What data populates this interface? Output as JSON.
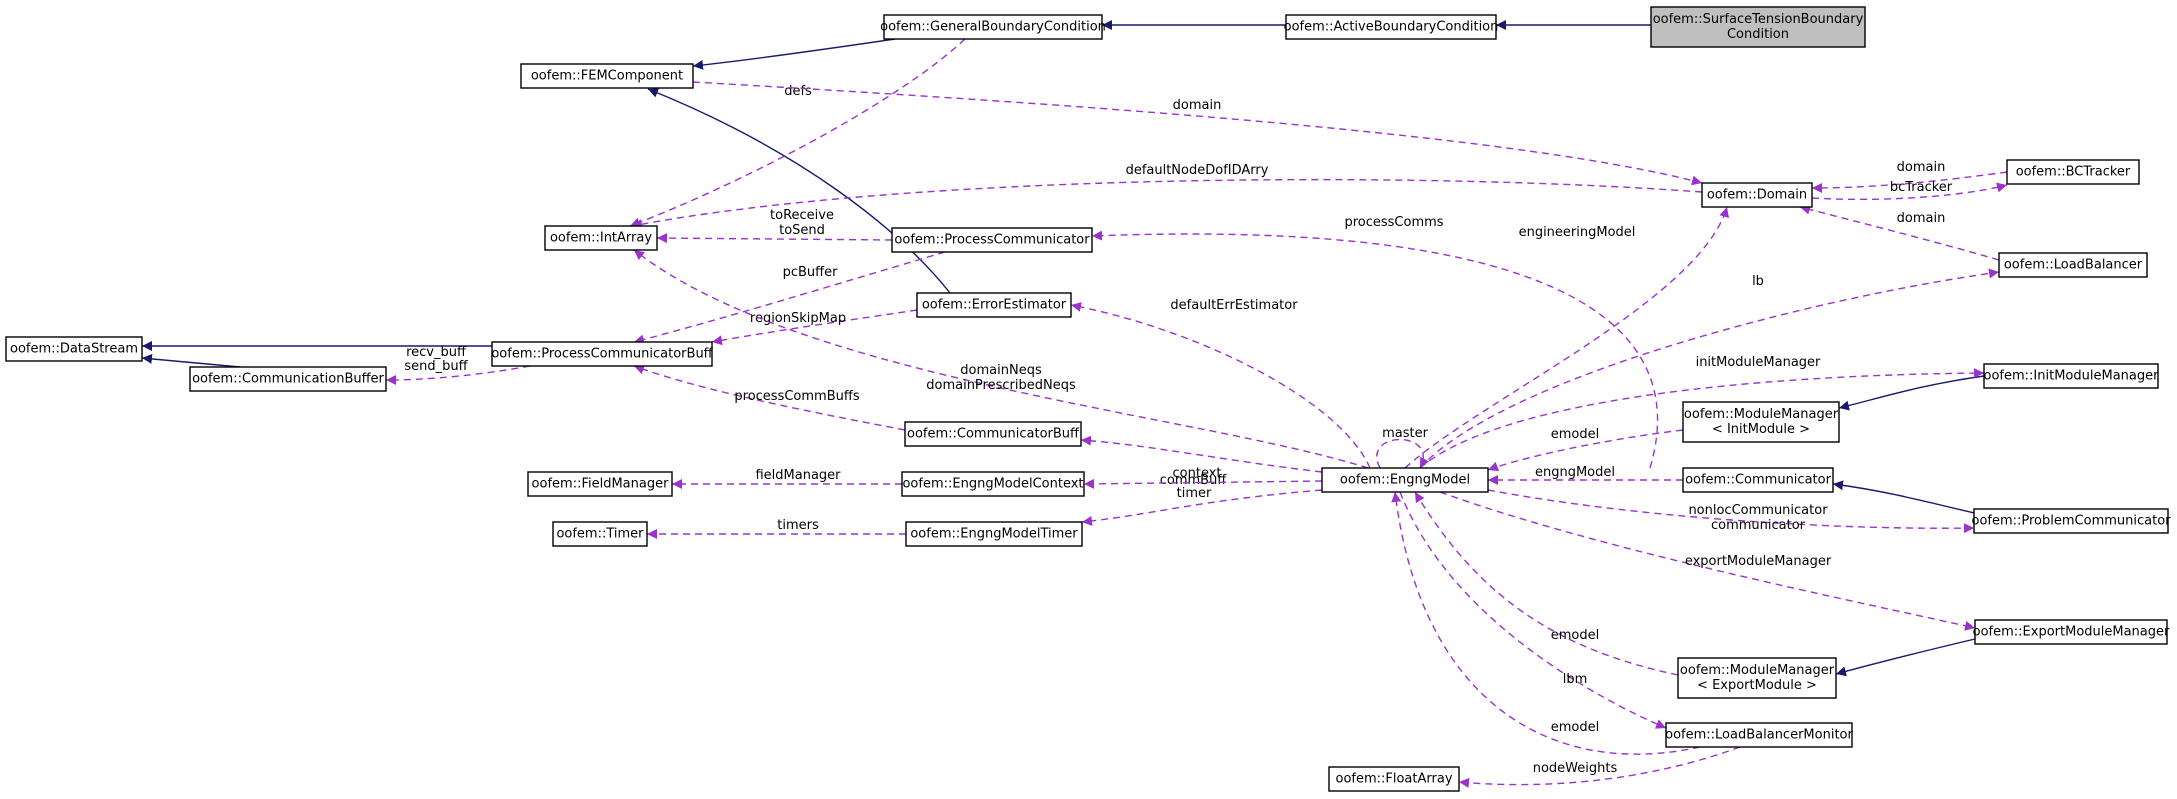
{
  "colors": {
    "inherit": "#191970",
    "usage": "#9a32cd",
    "root_fill": "#bfbfbf"
  },
  "nodes": [
    {
      "id": "stbc",
      "lines": [
        "oofem::SurfaceTensionBoundary",
        "Condition"
      ],
      "root": true
    },
    {
      "id": "abc",
      "lines": [
        "oofem::ActiveBoundaryCondition"
      ]
    },
    {
      "id": "gbc",
      "lines": [
        "oofem::GeneralBoundaryCondition"
      ]
    },
    {
      "id": "fem",
      "lines": [
        "oofem::FEMComponent"
      ]
    },
    {
      "id": "intarray",
      "lines": [
        "oofem::IntArray"
      ]
    },
    {
      "id": "datastream",
      "lines": [
        "oofem::DataStream"
      ]
    },
    {
      "id": "commbuf",
      "lines": [
        "oofem::CommunicationBuffer"
      ]
    },
    {
      "id": "pcbuff",
      "lines": [
        "oofem::ProcessCommunicatorBuff"
      ]
    },
    {
      "id": "pcomm",
      "lines": [
        "oofem::ProcessCommunicator"
      ]
    },
    {
      "id": "errest",
      "lines": [
        "oofem::ErrorEstimator"
      ]
    },
    {
      "id": "commbuff2",
      "lines": [
        "oofem::CommunicatorBuff"
      ]
    },
    {
      "id": "fieldmgr",
      "lines": [
        "oofem::FieldManager"
      ]
    },
    {
      "id": "emctx",
      "lines": [
        "oofem::EngngModelContext"
      ]
    },
    {
      "id": "timer",
      "lines": [
        "oofem::Timer"
      ]
    },
    {
      "id": "emtimer",
      "lines": [
        "oofem::EngngModelTimer"
      ]
    },
    {
      "id": "engng",
      "lines": [
        "oofem::EngngModel"
      ]
    },
    {
      "id": "floatarray",
      "lines": [
        "oofem::FloatArray"
      ]
    },
    {
      "id": "domain",
      "lines": [
        "oofem::Domain"
      ]
    },
    {
      "id": "bctracker",
      "lines": [
        "oofem::BCTracker"
      ]
    },
    {
      "id": "lbal",
      "lines": [
        "oofem::LoadBalancer"
      ]
    },
    {
      "id": "initmm",
      "lines": [
        "oofem::InitModuleManager"
      ]
    },
    {
      "id": "mminit",
      "lines": [
        "oofem::ModuleManager",
        "< InitModule >"
      ]
    },
    {
      "id": "communicator",
      "lines": [
        "oofem::Communicator"
      ]
    },
    {
      "id": "probcomm",
      "lines": [
        "oofem::ProblemCommunicator"
      ]
    },
    {
      "id": "exportmm",
      "lines": [
        "oofem::ExportModuleManager"
      ]
    },
    {
      "id": "mmexport",
      "lines": [
        "oofem::ModuleManager",
        "< ExportModule >"
      ]
    },
    {
      "id": "lbmon",
      "lines": [
        "oofem::LoadBalancerMonitor"
      ]
    }
  ],
  "edges": [
    {
      "id": "e-abc-stbc",
      "kind": "inherit",
      "label": []
    },
    {
      "id": "e-gbc-abc",
      "kind": "inherit",
      "label": []
    },
    {
      "id": "e-fem-gbc",
      "kind": "inherit",
      "label": []
    },
    {
      "id": "e-fem-errest",
      "kind": "inherit",
      "label": []
    },
    {
      "id": "e-ds-pcbuff",
      "kind": "inherit",
      "label": []
    },
    {
      "id": "e-ds-commbuf",
      "kind": "inherit",
      "label": []
    },
    {
      "id": "e-mminit-initmm",
      "kind": "inherit",
      "label": []
    },
    {
      "id": "e-comm-probcomm",
      "kind": "inherit",
      "label": []
    },
    {
      "id": "e-mmexport-exportmm",
      "kind": "inherit",
      "label": []
    },
    {
      "id": "e-int-gbc",
      "kind": "usage",
      "label": [
        "defs"
      ]
    },
    {
      "id": "e-domain-fem",
      "kind": "usage",
      "label": [
        "domain"
      ]
    },
    {
      "id": "e-int-domain",
      "kind": "usage",
      "label": [
        "defaultNodeDofIDArry"
      ]
    },
    {
      "id": "e-int-pcomm",
      "kind": "usage",
      "label": [
        "toReceive",
        "toSend"
      ]
    },
    {
      "id": "e-pcbuff-pcomm",
      "kind": "usage",
      "label": [
        "pcBuffer"
      ]
    },
    {
      "id": "e-int-errest",
      "kind": "usage",
      "label": [
        "regionSkipMap"
      ]
    },
    {
      "id": "e-commbuf-pcbuff",
      "kind": "usage",
      "label": [
        "recv_buff",
        "send_buff"
      ]
    },
    {
      "id": "e-pcbuff-commbuff2",
      "kind": "usage",
      "label": [
        "processCommBuffs"
      ]
    },
    {
      "id": "e-int-engng",
      "kind": "usage",
      "label": [
        "domainNeqs",
        "domainPrescribedNeqs"
      ]
    },
    {
      "id": "e-errest-engng",
      "kind": "usage",
      "label": [
        "defaultErrEstimator"
      ]
    },
    {
      "id": "e-commbuff2-engng",
      "kind": "usage",
      "label": [
        "commBuff"
      ]
    },
    {
      "id": "e-emctx-engng",
      "kind": "usage",
      "label": [
        "context"
      ]
    },
    {
      "id": "e-emtimer-engng",
      "kind": "usage",
      "label": [
        "timer"
      ]
    },
    {
      "id": "e-fieldmgr-emctx",
      "kind": "usage",
      "label": [
        "fieldManager"
      ]
    },
    {
      "id": "e-timer-emtimer",
      "kind": "usage",
      "label": [
        "timers"
      ]
    },
    {
      "id": "e-engng-self",
      "kind": "usage",
      "label": [
        "master"
      ]
    },
    {
      "id": "e-engng-domain",
      "kind": "usage",
      "label": [
        "engineeringModel"
      ]
    },
    {
      "id": "e-pcomm-communicator",
      "kind": "usage",
      "label": [
        "processComms"
      ]
    },
    {
      "id": "e-domain-bctracker",
      "kind": "usage",
      "label": [
        "domain"
      ]
    },
    {
      "id": "e-bctracker-domain",
      "kind": "usage",
      "label": [
        "bcTracker"
      ]
    },
    {
      "id": "e-domain-lbal",
      "kind": "usage",
      "label": [
        "domain"
      ]
    },
    {
      "id": "e-lbal-engng",
      "kind": "usage",
      "label": [
        "lb"
      ]
    },
    {
      "id": "e-initmm-engng",
      "kind": "usage",
      "label": [
        "initModuleManager"
      ]
    },
    {
      "id": "e-engng-mminit",
      "kind": "usage",
      "label": [
        "emodel"
      ]
    },
    {
      "id": "e-engng-communicator",
      "kind": "usage",
      "label": [
        "engngModel"
      ]
    },
    {
      "id": "e-probcomm-engng",
      "kind": "usage",
      "label": [
        "nonlocCommunicator",
        "communicator"
      ]
    },
    {
      "id": "e-exportmm-engng",
      "kind": "usage",
      "label": [
        "exportModuleManager"
      ]
    },
    {
      "id": "e-engng-mmexport",
      "kind": "usage",
      "label": [
        "emodel"
      ]
    },
    {
      "id": "e-lbmon-engng",
      "kind": "usage",
      "label": [
        "lbm"
      ]
    },
    {
      "id": "e-engng-lbmon",
      "kind": "usage",
      "label": [
        "emodel"
      ]
    },
    {
      "id": "e-floatarray-lbmon",
      "kind": "usage",
      "label": [
        "nodeWeights"
      ]
    }
  ]
}
